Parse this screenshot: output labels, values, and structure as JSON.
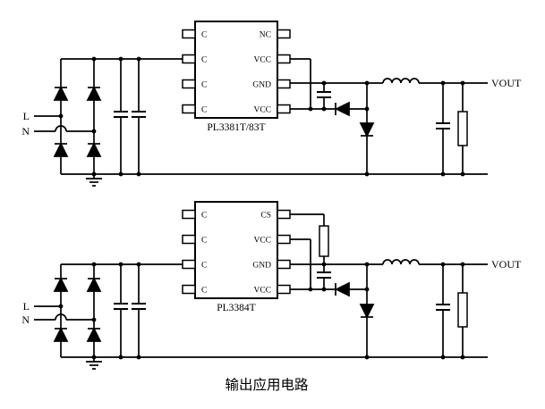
{
  "caption": "输出应用电路",
  "circuit1": {
    "name": "PL3381T/83T",
    "left_pins": [
      "C",
      "C",
      "C",
      "C"
    ],
    "right_pins": [
      "NC",
      "VCC",
      "GND",
      "VCC"
    ],
    "input_l": "L",
    "input_n": "N",
    "output": "VOUT"
  },
  "circuit2": {
    "name": "PL3384T",
    "left_pins": [
      "C",
      "C",
      "C",
      "C"
    ],
    "right_pins": [
      "CS",
      "VCC",
      "GND",
      "VCC"
    ],
    "input_l": "L",
    "input_n": "N",
    "output": "VOUT"
  },
  "colors": {
    "line": "#000000",
    "background": "#ffffff"
  }
}
